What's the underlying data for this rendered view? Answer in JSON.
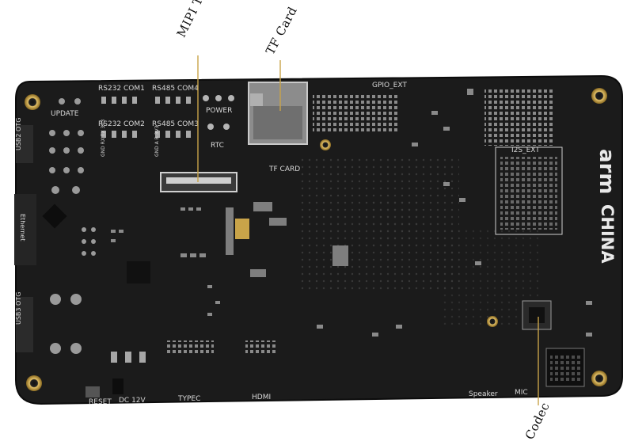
{
  "callouts": {
    "mipi_tx": "MIPI TX",
    "tf_card": "TF Card",
    "codec": "Codec"
  },
  "silkscreen": {
    "brand_line1": "arm",
    "brand_line2": "CHINA",
    "update": "UPDATE",
    "rs232_com1": "RS232 COM1",
    "rs485_com4": "RS485 COM4",
    "rs232_com2": "RS232 COM2",
    "rs485_com3": "RS485 COM3",
    "power": "POWER",
    "rtc": "RTC",
    "tf_card": "TF CARD",
    "gpio_ext": "GPIO_EXT",
    "i2s_ext": "I2S_EXT",
    "usb2_otg": "USB2 OTG",
    "ethernet": "Ethernet",
    "usb3_otg": "USB3 OTG",
    "reset": "RESET",
    "dc_12v": "DC 12V",
    "typec": "TYPEC",
    "hdmi": "HDMI",
    "speaker": "Speaker",
    "mic": "MIC",
    "gnd_rx_tx_3v3": "GND RX TX 3V3",
    "gnd_a_b_3v3": "GND A B 3V3"
  },
  "colors": {
    "board": "#1b1b1b",
    "board_edge": "#0c0c0c",
    "silkscreen": "#d8d8d8",
    "gold": "#c9a449",
    "callout_line": "#c9a449"
  }
}
